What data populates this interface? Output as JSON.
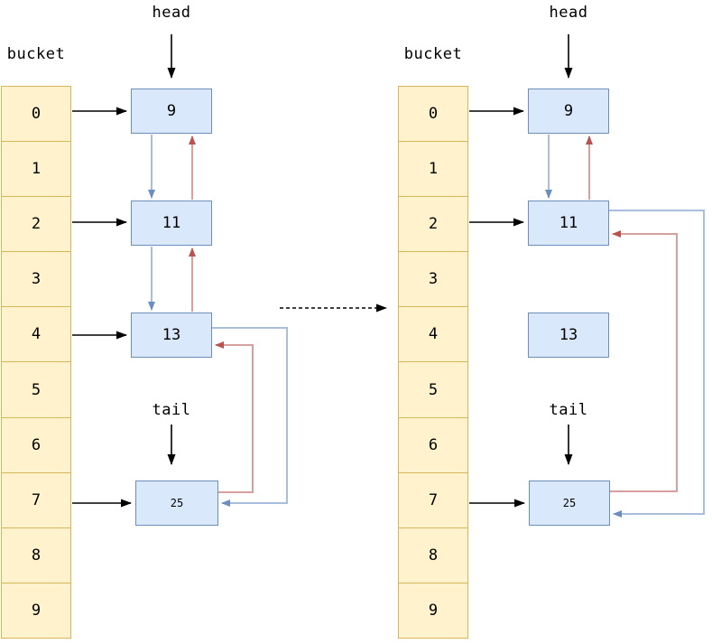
{
  "colors": {
    "background": "#ffffff",
    "bucket_fill": "#fff2cc",
    "bucket_border": "#d6b656",
    "node_fill": "#dae8fc",
    "node_border": "#6c8ebf",
    "next_line": "#a9bedd",
    "next_head": "#6c8ebf",
    "prev_line": "#d7a09e",
    "prev_head": "#b85450",
    "black": "#000000",
    "text": "#000000"
  },
  "left_diagram": {
    "bucket_label": "bucket",
    "head_label": "head",
    "tail_label": "tail",
    "bucket_cells": [
      "0",
      "1",
      "2",
      "3",
      "4",
      "5",
      "6",
      "7",
      "8",
      "9"
    ],
    "nodes": {
      "n9": "9",
      "n11": "11",
      "n13": "13",
      "n25": "25"
    }
  },
  "right_diagram": {
    "bucket_label": "bucket",
    "head_label": "head",
    "tail_label": "tail",
    "bucket_cells": [
      "0",
      "1",
      "2",
      "3",
      "4",
      "5",
      "6",
      "7",
      "8",
      "9"
    ],
    "nodes": {
      "n9": "9",
      "n11": "11",
      "n13": "13",
      "n25": "25"
    }
  }
}
